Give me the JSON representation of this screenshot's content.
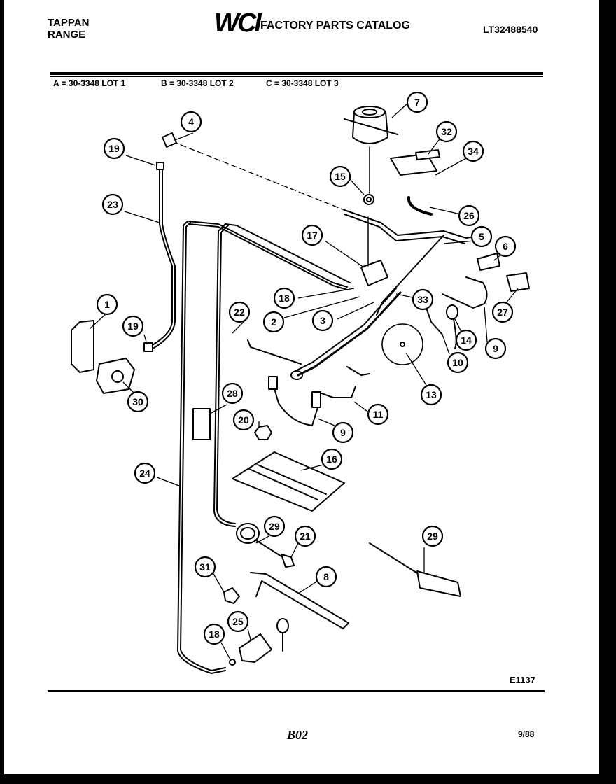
{
  "header": {
    "brand_line1": "TAPPAN",
    "brand_line2": "RANGE",
    "logo": "WCI",
    "catalog_title": "FACTORY PARTS CATALOG",
    "model_number": "LT32488540"
  },
  "lots": {
    "a": "A = 30-3348 LOT 1",
    "b": "B = 30-3348 LOT 2",
    "c": "C = 30-3348 LOT 3"
  },
  "footer": {
    "diagram_code": "E1137",
    "page_label": "B02",
    "date": "9/88"
  },
  "callouts": [
    "1",
    "2",
    "3",
    "4",
    "5",
    "6",
    "7",
    "8",
    "9",
    "9",
    "10",
    "11",
    "13",
    "14",
    "15",
    "16",
    "17",
    "18",
    "18",
    "19",
    "19",
    "20",
    "21",
    "22",
    "23",
    "24",
    "25",
    "26",
    "27",
    "28",
    "29",
    "29",
    "30",
    "31",
    "32",
    "33",
    "34"
  ]
}
